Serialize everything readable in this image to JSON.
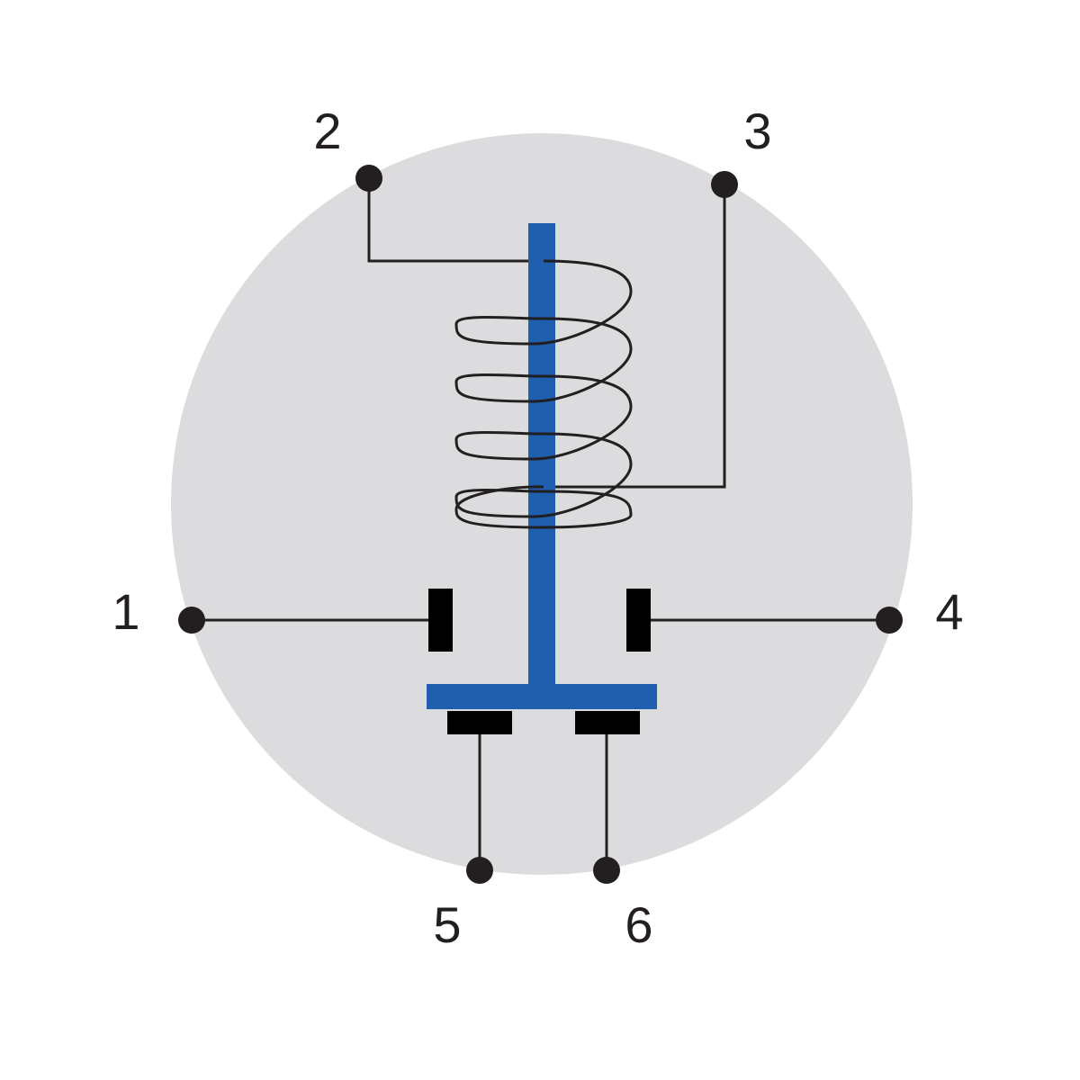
{
  "colors": {
    "background": "#ffffff",
    "housing": "#dcdcde",
    "wire": "#231f20",
    "armature": "#1f5fae",
    "contact": "#000000",
    "label": "#231f20"
  },
  "pins": {
    "p1": {
      "label": "1"
    },
    "p2": {
      "label": "2"
    },
    "p3": {
      "label": "3"
    },
    "p4": {
      "label": "4"
    },
    "p5": {
      "label": "5"
    },
    "p6": {
      "label": "6"
    }
  },
  "coil": {
    "turns": 4
  }
}
